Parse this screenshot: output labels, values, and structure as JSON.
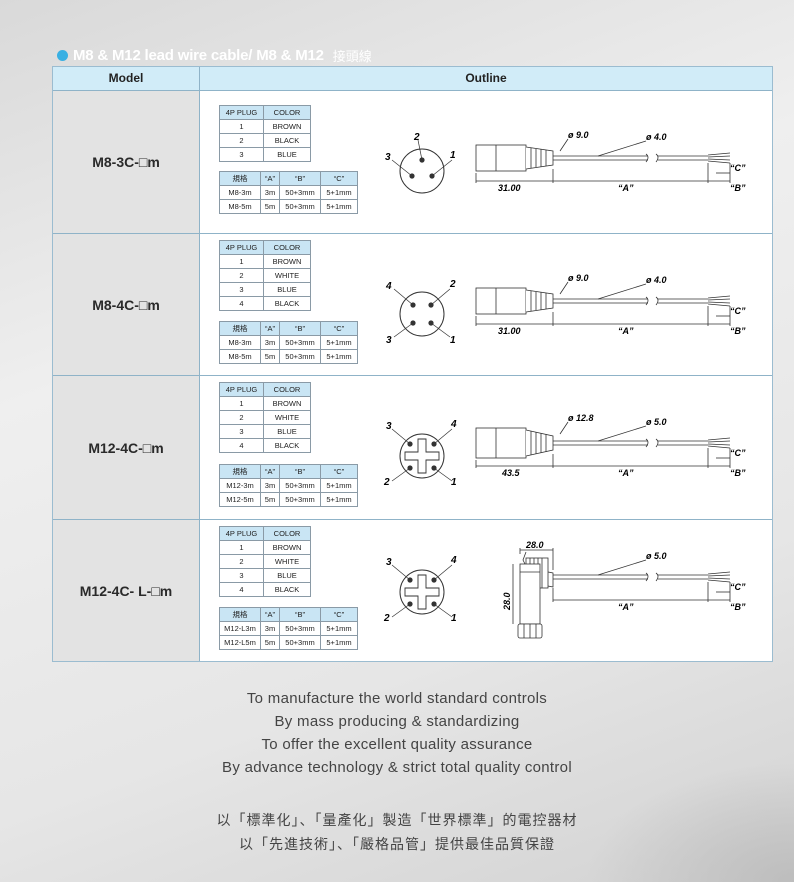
{
  "heading": {
    "en": "M8 & M12 lead wire cable/ M8 & M12",
    "zh": "接頭線"
  },
  "header": {
    "model": "Model",
    "outline": "Outline"
  },
  "color_header": [
    "4P PLUG",
    "COLOR"
  ],
  "spec_header": [
    "規格",
    "“A”",
    "“B”",
    "“C”"
  ],
  "rows": [
    {
      "model": "M8-3C-□m",
      "colors": [
        [
          "1",
          "BROWN"
        ],
        [
          "2",
          "BLACK"
        ],
        [
          "3",
          "BLUE"
        ]
      ],
      "specs": [
        [
          "M8-3m",
          "3m",
          "50+3mm",
          "5+1mm"
        ],
        [
          "M8-5m",
          "5m",
          "50+3mm",
          "5+1mm"
        ]
      ],
      "pins": [
        "2",
        "3",
        "1"
      ],
      "dims": {
        "d1": "ø 9.0",
        "d2": "ø 4.0",
        "len": "31.00",
        "a": "“A”",
        "b": "“B”",
        "c": "“C”"
      }
    },
    {
      "model": "M8-4C-□m",
      "colors": [
        [
          "1",
          "BROWN"
        ],
        [
          "2",
          "WHITE"
        ],
        [
          "3",
          "BLUE"
        ],
        [
          "4",
          "BLACK"
        ]
      ],
      "specs": [
        [
          "M8-3m",
          "3m",
          "50+3mm",
          "5+1mm"
        ],
        [
          "M8-5m",
          "5m",
          "50+3mm",
          "5+1mm"
        ]
      ],
      "pins": [
        "4",
        "2",
        "3",
        "1"
      ],
      "dims": {
        "d1": "ø 9.0",
        "d2": "ø 4.0",
        "len": "31.00",
        "a": "“A”",
        "b": "“B”",
        "c": "“C”"
      }
    },
    {
      "model": "M12-4C-□m",
      "colors": [
        [
          "1",
          "BROWN"
        ],
        [
          "2",
          "WHITE"
        ],
        [
          "3",
          "BLUE"
        ],
        [
          "4",
          "BLACK"
        ]
      ],
      "specs": [
        [
          "M12-3m",
          "3m",
          "50+3mm",
          "5+1mm"
        ],
        [
          "M12-5m",
          "5m",
          "50+3mm",
          "5+1mm"
        ]
      ],
      "pins": [
        "3",
        "4",
        "2",
        "1"
      ],
      "dims": {
        "d1": "ø 12.8",
        "d2": "ø 5.0",
        "len": "43.5",
        "a": "“A”",
        "b": "“B”",
        "c": "“C”"
      }
    },
    {
      "model": "M12-4C- L-□m",
      "colors": [
        [
          "1",
          "BROWN"
        ],
        [
          "2",
          "WHITE"
        ],
        [
          "3",
          "BLUE"
        ],
        [
          "4",
          "BLACK"
        ]
      ],
      "specs": [
        [
          "M12-L3m",
          "3m",
          "50+3mm",
          "5+1mm"
        ],
        [
          "M12-L5m",
          "5m",
          "50+3mm",
          "5+1mm"
        ]
      ],
      "pins": [
        "3",
        "4",
        "2",
        "1"
      ],
      "dims": {
        "d1": "28.0",
        "d2": "ø 5.0",
        "len": "28.0",
        "a": "“A”",
        "b": "“B”",
        "c": "“C”"
      }
    }
  ],
  "slogan_en": [
    "To manufacture the world standard controls",
    "By mass producing & standardizing",
    "To offer the excellent quality assurance",
    "By advance technology & strict total quality control"
  ],
  "slogan_zh": [
    "以「標準化」、「量產化」製造「世界標準」的電控器材",
    "以「先進技術」、「嚴格品管」提供最佳品質保證"
  ]
}
